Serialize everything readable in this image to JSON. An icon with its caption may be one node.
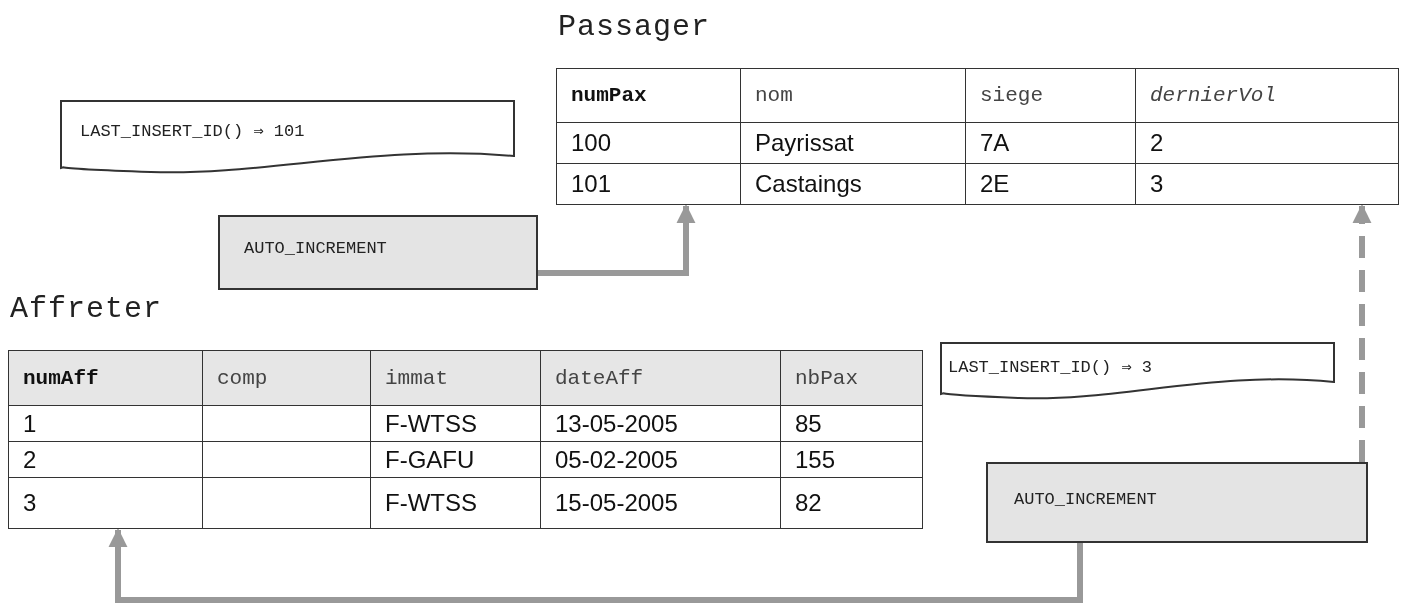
{
  "diagram": {
    "nodes": [
      {
        "text": [
          "LAST_INSERT_ID() ⇒ 101"
        ]
      },
      {
        "text": [
          "Passager",
          "numPax",
          "nom",
          "siege",
          "dernierVol",
          "100",
          "Payrissat",
          "7A",
          "2",
          "101",
          "Castaings",
          "2E",
          "3"
        ]
      },
      {
        "text": [
          "AUTO_INCREMENT"
        ]
      },
      {
        "text": [
          "Affreter",
          "numAff",
          "comp",
          "immat",
          "dateAff",
          "nbPax",
          "1",
          "F-WTSS",
          "13-05-2005",
          "85",
          "2",
          "F-GAFU",
          "05-02-2005",
          "155",
          "3",
          "F-WTSS",
          "15-05-2005",
          "82"
        ]
      },
      {
        "text": [
          "LAST_INSERT_ID() ⇒ 3"
        ]
      },
      {
        "text": [
          "AUTO_INCREMENT"
        ]
      }
    ],
    "edges": [
      {
        "from": 2,
        "to": 1,
        "arrow": "to"
      },
      {
        "from": 5,
        "to": 3,
        "arrow": "to"
      },
      {
        "from": 5,
        "to": 1,
        "arrow": "to",
        "style": "dashed"
      }
    ]
  }
}
